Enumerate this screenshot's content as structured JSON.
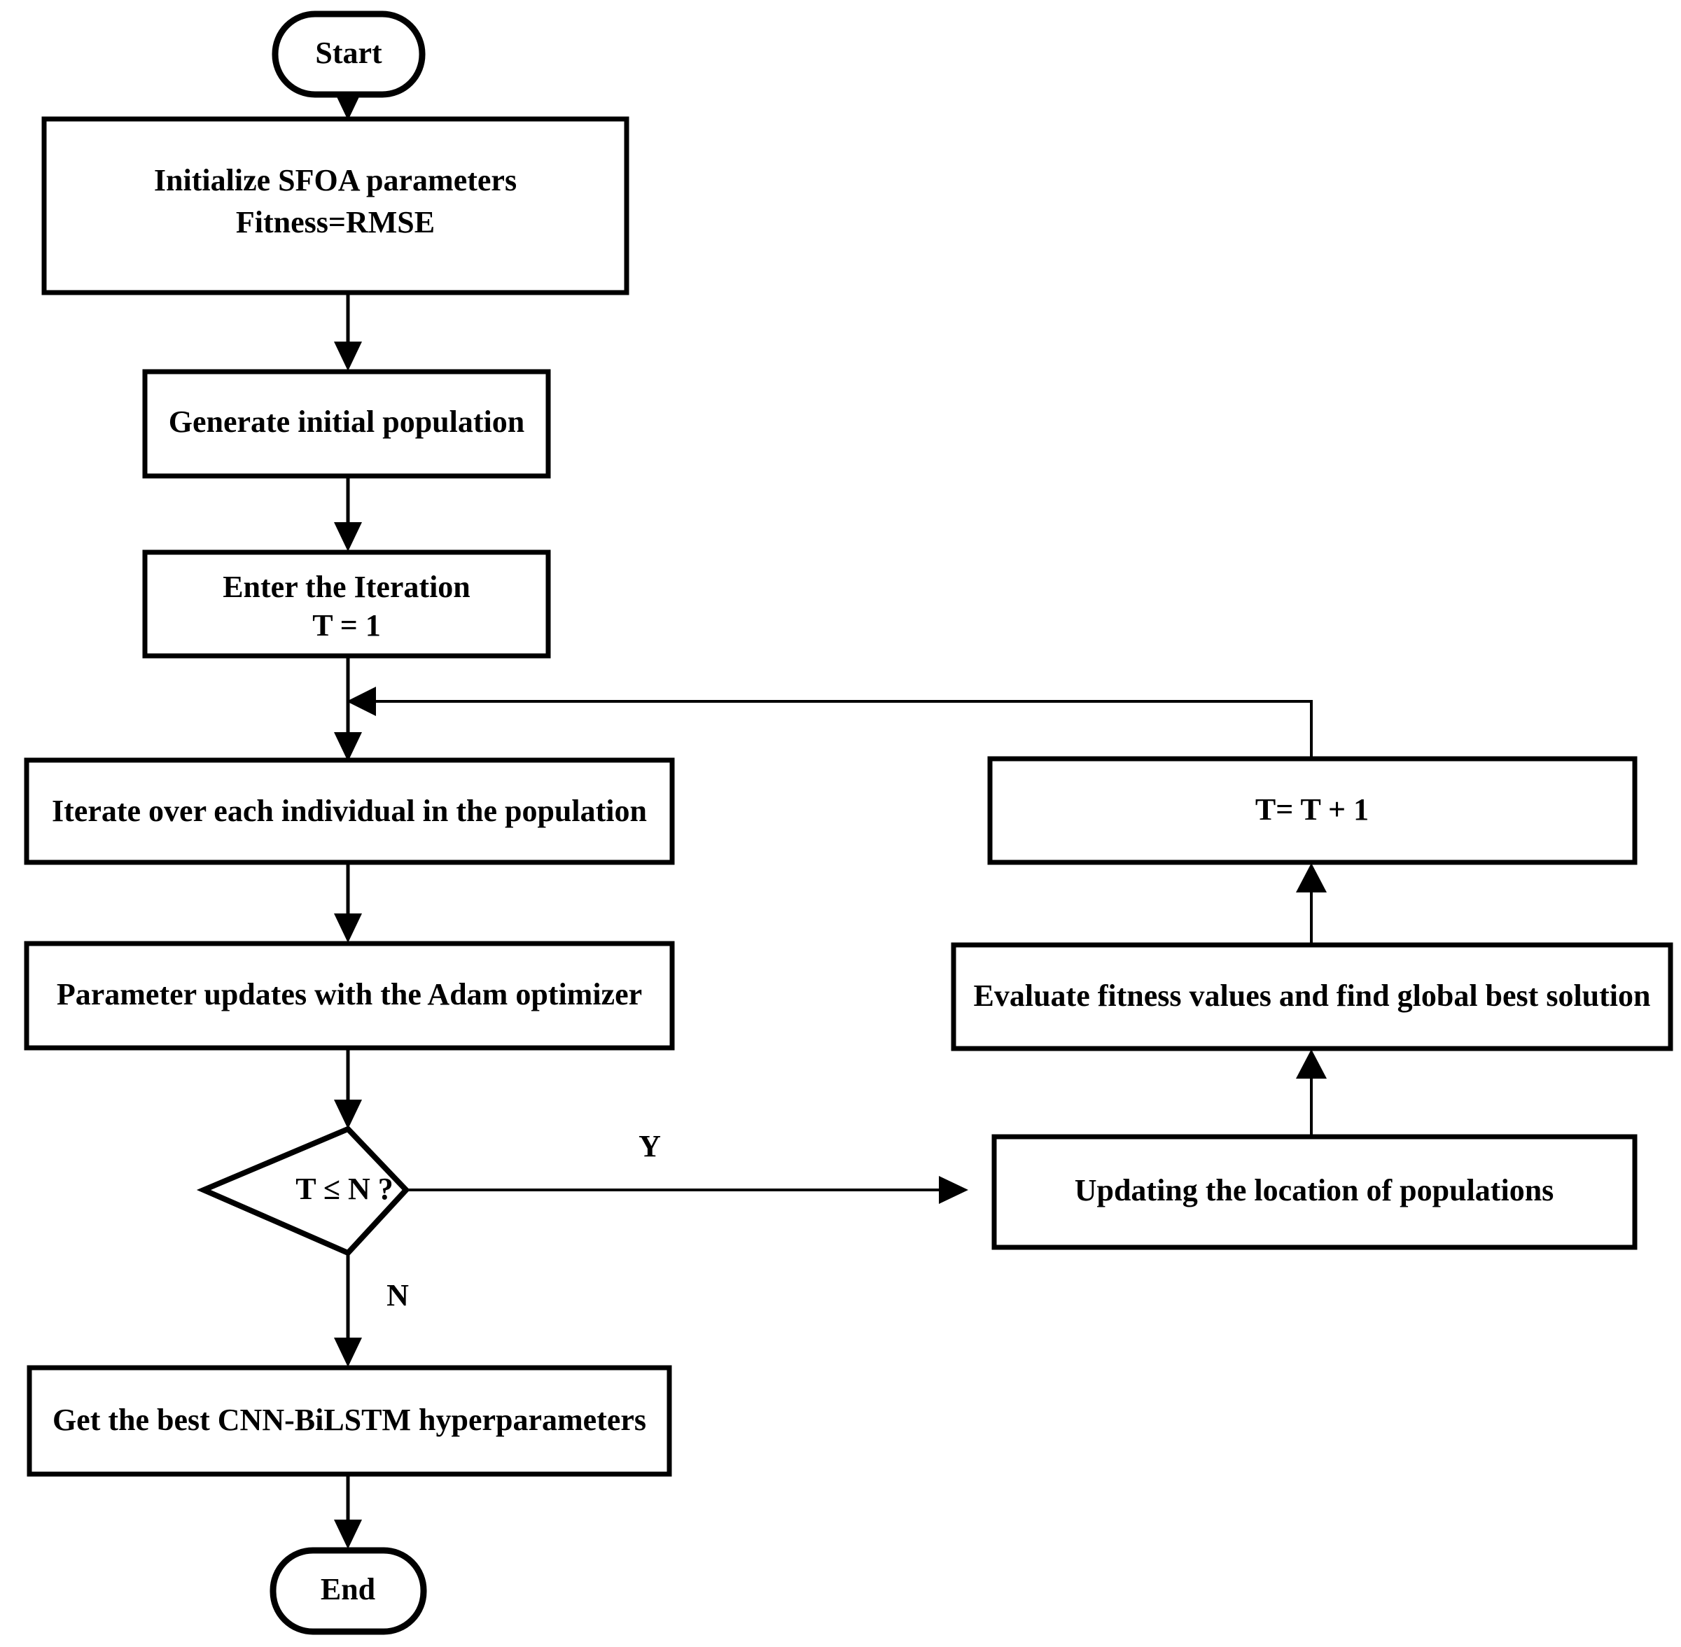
{
  "diagram": {
    "type": "flowchart",
    "title": "SFOA optimization flowchart for CNN-BiLSTM hyperparameters",
    "background_color": "#ffffff",
    "line_color": "#000000",
    "text_color": "#000000"
  },
  "nodes": {
    "start": {
      "label": "Start",
      "shape": "terminator"
    },
    "initialize": {
      "line1": "Initialize SFOA parameters",
      "line2": "Fitness=RMSE",
      "shape": "process"
    },
    "generate_population": {
      "label": "Generate initial population",
      "shape": "process"
    },
    "enter_iteration": {
      "line1": "Enter the Iteration",
      "line2": "T = 1",
      "shape": "process"
    },
    "iterate_individuals": {
      "label": "Iterate over each individual in the population",
      "shape": "process"
    },
    "parameter_updates": {
      "label": "Parameter updates with the Adam optimizer",
      "shape": "process"
    },
    "decision": {
      "label": "T ≤ N ?",
      "shape": "decision"
    },
    "get_best": {
      "label": "Get the best CNN-BiLSTM hyperparameters",
      "shape": "process"
    },
    "end": {
      "label": "End",
      "shape": "terminator"
    },
    "increment": {
      "label": "T= T + 1",
      "shape": "process"
    },
    "evaluate_fitness": {
      "label": "Evaluate fitness values and find global best solution",
      "shape": "process"
    },
    "update_locations": {
      "label": "Updating the location of populations",
      "shape": "process"
    }
  },
  "edge_labels": {
    "yes": "Y",
    "no": "N"
  }
}
